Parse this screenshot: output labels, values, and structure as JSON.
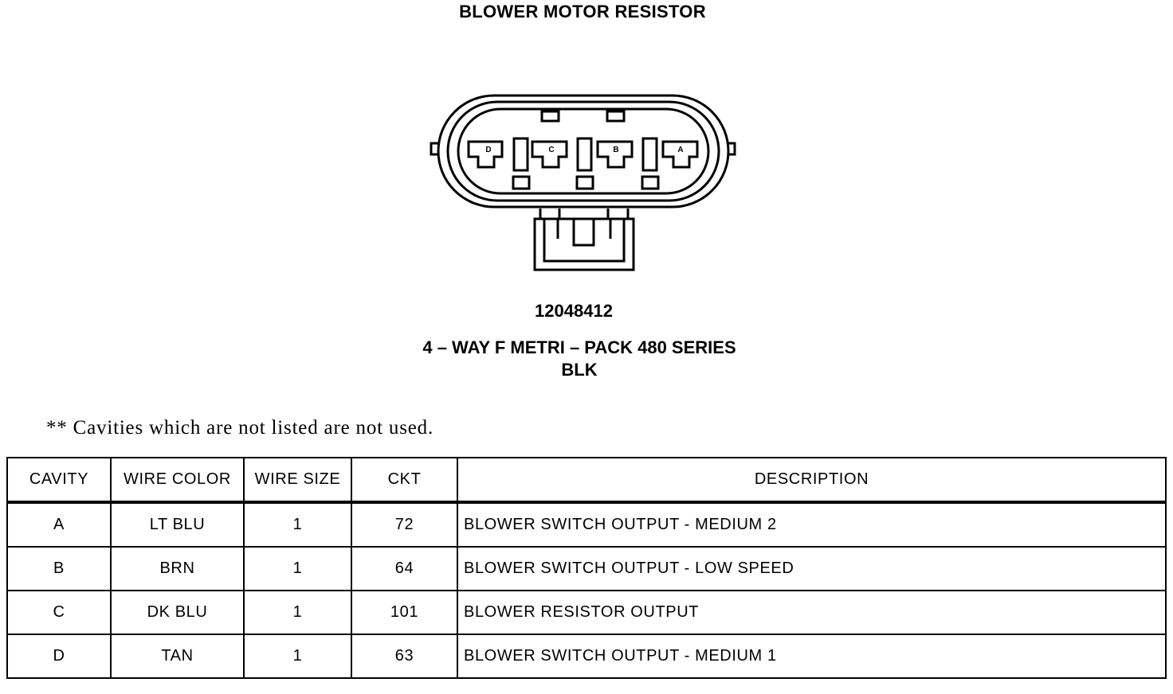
{
  "title": "BLOWER MOTOR RESISTOR",
  "connector": {
    "cavity_labels": [
      "D",
      "C",
      "B",
      "A"
    ],
    "part_number": "12048412",
    "series": "4 – WAY F METRI – PACK 480 SERIES",
    "color": "BLK"
  },
  "note": "** Cavities which are not listed are not used.",
  "table": {
    "headers": [
      "CAVITY",
      "WIRE COLOR",
      "WIRE SIZE",
      "CKT",
      "DESCRIPTION"
    ],
    "rows": [
      {
        "cavity": "A",
        "wire_color": "LT BLU",
        "wire_size": "1",
        "ckt": "72",
        "description": "BLOWER SWITCH OUTPUT - MEDIUM 2"
      },
      {
        "cavity": "B",
        "wire_color": "BRN",
        "wire_size": "1",
        "ckt": "64",
        "description": "BLOWER SWITCH OUTPUT - LOW SPEED"
      },
      {
        "cavity": "C",
        "wire_color": "DK BLU",
        "wire_size": "1",
        "ckt": "101",
        "description": "BLOWER RESISTOR OUTPUT"
      },
      {
        "cavity": "D",
        "wire_color": "TAN",
        "wire_size": "1",
        "ckt": "63",
        "description": "BLOWER SWITCH OUTPUT - MEDIUM 1"
      }
    ]
  }
}
